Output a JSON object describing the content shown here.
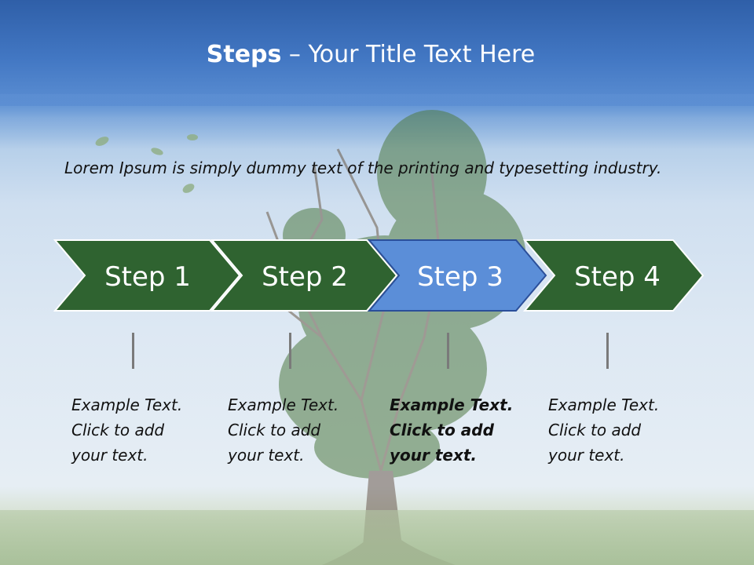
{
  "title": {
    "bold": "Steps",
    "rest": " – Your Title Text Here"
  },
  "intro": "Lorem Ipsum is simply dummy text of the printing and typesetting industry.",
  "colors": {
    "step_default": "#2f6330",
    "step_active": "#5b8ed8",
    "title_text": "#ffffff"
  },
  "steps": [
    {
      "label": "Step 1",
      "caption": [
        "Example Text.",
        "Click  to add",
        "your text."
      ],
      "active": false
    },
    {
      "label": "Step 2",
      "caption": [
        "Example Text.",
        "Click  to add",
        "your text."
      ],
      "active": false
    },
    {
      "label": "Step 3",
      "caption": [
        "Example Text.",
        "Click  to add",
        "your text."
      ],
      "active": true
    },
    {
      "label": "Step 4",
      "caption": [
        "Example Text.",
        "Click  to add",
        "your text."
      ],
      "active": false
    }
  ]
}
